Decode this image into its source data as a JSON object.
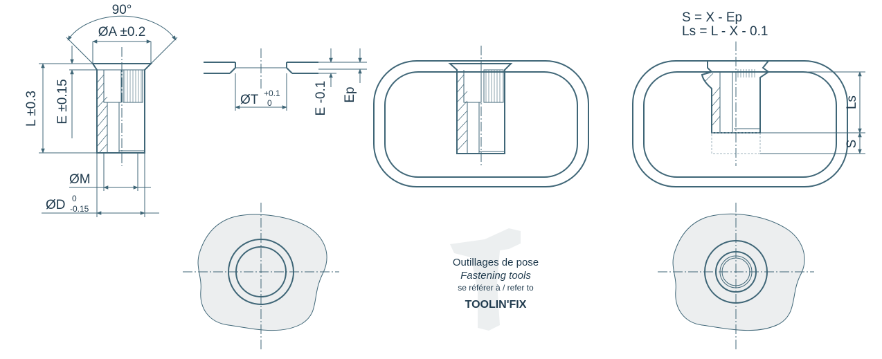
{
  "section_view": {
    "angle_label": "90°",
    "dim_A": "ØA ±0.2",
    "dim_L": "L ±0.3",
    "dim_E": "E ±0.15",
    "dim_M": "ØM",
    "dim_D_main": "ØD",
    "dim_D_upper_tol": "0",
    "dim_D_lower_tol": "-0.15"
  },
  "sheet_view": {
    "dim_T_main": "ØT",
    "dim_T_upper_tol": "+0.1",
    "dim_T_lower_tol": "0",
    "dim_E": "E -0.1",
    "dim_Ep": "Ep"
  },
  "installed_view": {
    "formula_s": "S = X - Ep",
    "formula_ls": "Ls = L - X - 0.1",
    "dim_Ls": "Ls",
    "dim_S": "S"
  },
  "tools_note": {
    "line1": "Outillages de pose",
    "line2": "Fastening tools",
    "line3": "se référer à / refer to",
    "brand": "TOOLIN'FIX"
  },
  "colors": {
    "line": "#3f6677",
    "text": "#1f3a4d",
    "fill": "#eceeef"
  }
}
